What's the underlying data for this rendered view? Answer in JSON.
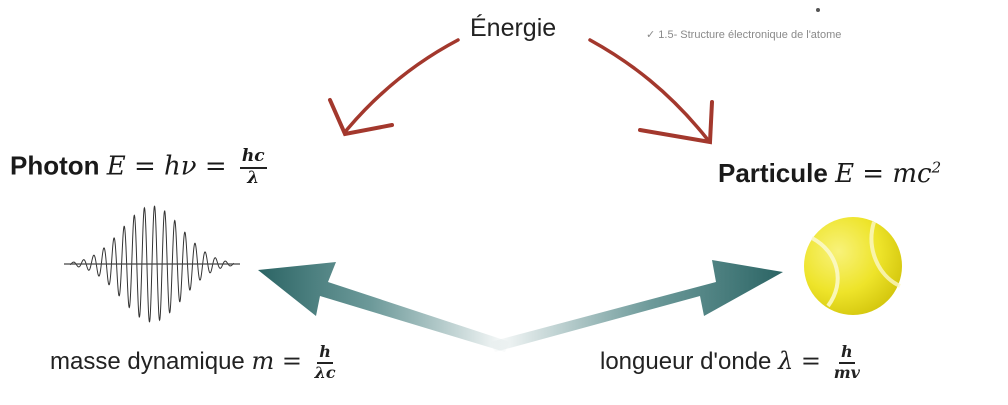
{
  "diagram": {
    "title": "Énergie",
    "breadcrumb": "✓ 1.5- Structure électronique de l'atome",
    "photon": {
      "label": "Photon",
      "equation": "E = hν =",
      "frac_num": "hc",
      "frac_den": "λ"
    },
    "particule": {
      "label": "Particule",
      "equation_base": "E = mc",
      "equation_exp": "2"
    },
    "masse": {
      "label": "masse dynamique",
      "equation": "m =",
      "frac_num": "h",
      "frac_den": "λc"
    },
    "onde": {
      "label": "longueur d'onde",
      "equation": "λ =",
      "frac_num": "h",
      "frac_den": "mv"
    }
  },
  "colors": {
    "red_arrow": "#a3382d",
    "teal_arrow": "#2f6b6b",
    "ball": "#f0e528"
  },
  "icons": [
    "wave-packet-icon",
    "tennis-ball-icon"
  ]
}
